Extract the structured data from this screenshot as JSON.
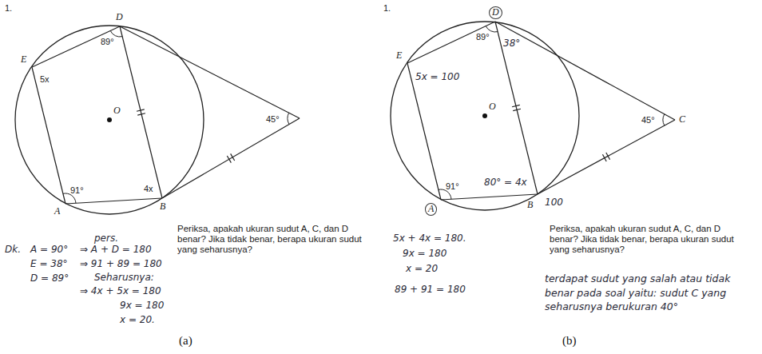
{
  "diagram": {
    "labels": [
      "1.",
      "D",
      "89°",
      "E",
      "5x",
      "O",
      "4x",
      "B",
      "91°",
      "A",
      "45°",
      "Periksa, apakah ukuran sudut A, C, dan D benar? Jika tidak benar, berapa ukuran sudut yang seharusnya?",
      "pers.",
      "Dk.",
      "A = 90°",
      "⇒ A + D = 180",
      "E = 38°",
      "⇒ 91 + 89 = 180",
      "D = 89°",
      "Seharusnya:",
      "⇒ 4x + 5x = 180",
      "9x = 180",
      "x = 20.",
      "(a)",
      "1.",
      "D",
      "89°",
      "38°",
      "E",
      "5x = 100",
      "O",
      "80° = 4x",
      "100",
      "B",
      "91°",
      "A",
      "45°",
      "C",
      "Periksa, apakah ukuran sudut A, C, dan D benar? Jika tidak benar, berapa ukuran sudut yang seharusnya?",
      "5x + 4x = 180.",
      "9x = 180",
      "x = 20",
      "89 + 91 = 180",
      "terdapat sudut yang salah atau tidak benar pada soal yaitu: sudut C yang seharusnya berukuran 40°",
      "(b)"
    ]
  }
}
